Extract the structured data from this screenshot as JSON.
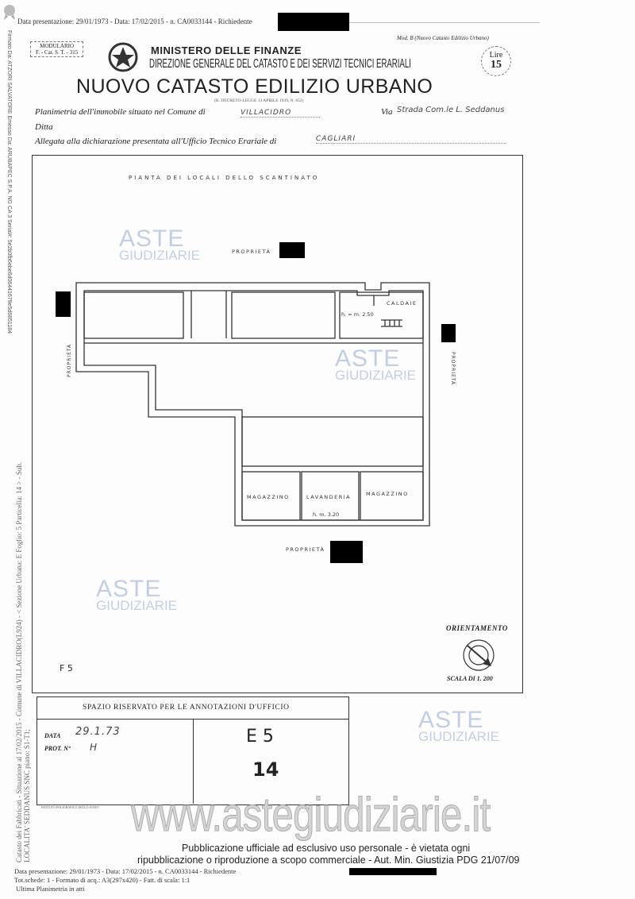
{
  "header": {
    "presentation_line": "Data presentazione: 29/01/1973 - Data: 17/02/2015 - n. CA0033144 - Richiedente",
    "side_signature": "Firmato Da: ATZORI SALVATORE Emesso Da: ARUBAPEC S.P.A. NG CA 3 Serial#: 5e2b0fb6ebe6d06441679e5d6851184",
    "modulario": "MODULARIO",
    "modulario_code": "F. - Cat. S. T. - 315",
    "mod_b": "Mod. B (Nuovo Catasto Edilizio Urbano)",
    "ministero": "MINISTERO DELLE FINANZE",
    "direzione": "DIREZIONE GENERALE DEL CATASTO E DEI SERVIZI TECNICI ERARIALI",
    "title": "NUOVO CATASTO EDILIZIO URBANO",
    "decreto": "(R. DECRETO-LEGGE 13 APRILE 1939, N. 652)",
    "lire_label": "Lire",
    "lire_value": "15"
  },
  "form": {
    "planimetria_label": "Planimetria dell'immobile situato nel Comune di",
    "comune": "VILLACIDRO",
    "via_label": "Via",
    "via": "Strada Com.le L. Seddanus",
    "ditta_label": "Ditta",
    "allegata_label": "Allegata alla dichiarazione presentata all'Ufficio Tecnico Erariale di",
    "ufficio": "CAGLIARI"
  },
  "plan": {
    "title": "PIANTA DEI LOCALI DELLO SCANTINATO",
    "proprieta_top": "PROPRIETÀ",
    "proprieta_left": "PROPRIETÀ",
    "proprieta_right": "PROPRIETÀ",
    "proprieta_bottom": "PROPRIETÀ",
    "caldaie": "CALDAIE",
    "height_1": "h. = m. 2.50",
    "magazzino_1": "MAGAZZINO",
    "lavanderia": "LAVANDERIA",
    "magazzino_2": "MAGAZZINO",
    "height_2": "h. m. 3.20",
    "orientamento": "ORIENTAMENTO",
    "scala": "SCALA DI 1. 200",
    "sheet_code": "F 5",
    "side_catasto": "Catasto dei Fabbricati - Situazione al 17/02/2015 - Comune di VILLACIDRO(L924) - < Sezione Urbana: E Foglio: 5 Particella: 14 > - Sub.",
    "side_localita": "LOCALITA' SEDDANUS SNC piano: S1-T1;"
  },
  "office": {
    "header": "SPAZIO RISERVATO PER LE ANNOTAZIONI D'UFFICIO",
    "data_label": "DATA",
    "data_value": "29.1.73",
    "prot_label": "PROT. N°",
    "prot_value": "H",
    "code_1": "E 5",
    "code_2": "14",
    "printer": "ISTITUTO POLIGRAFICO DELLO STATO"
  },
  "watermark": {
    "aste": "ASTE",
    "giudiziarie": "GIUDIZIARIE",
    "url": "www.astegiudiziarie.it"
  },
  "footer": {
    "pub_line1": "Pubblicazione ufficiale ad esclusivo uso personale - è vietata ogni",
    "pub_line2": "ripubblicazione o riproduzione a scopo commerciale - Aut. Min. Giustizia PDG 21/07/09",
    "data_line": "Data presentazione: 29/01/1973 - Data: 17/02/2015 - n. CA0033144 - Richiedente",
    "tot_line": "Tot.schede: 1 - Formato di acq.: A3(297x420) - Fatt. di scala: 1:1",
    "ultima": "Ultima Planimetria in atti"
  }
}
